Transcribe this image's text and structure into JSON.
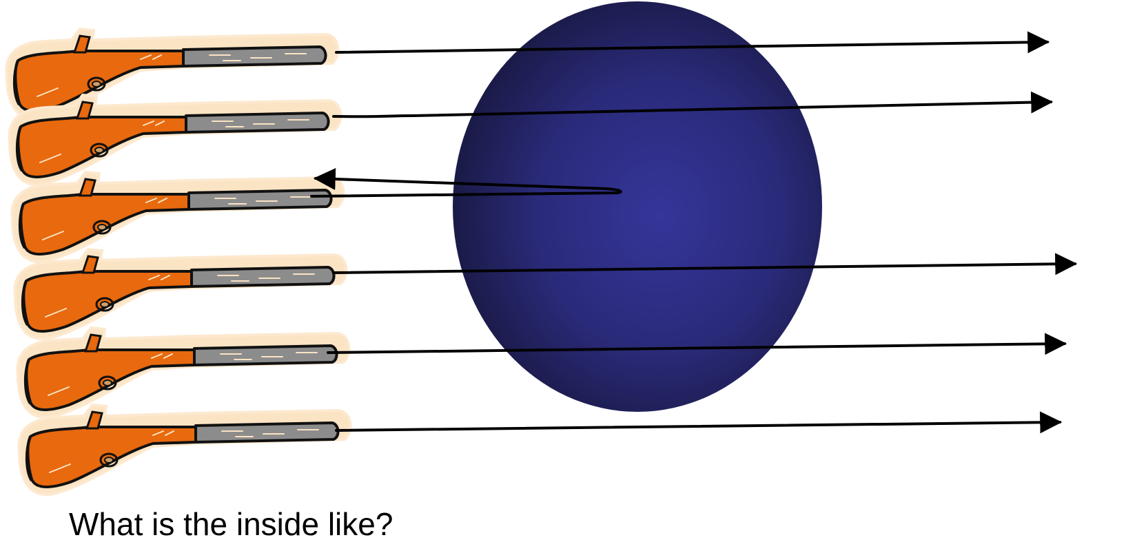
{
  "caption": "What is the inside like?",
  "colors": {
    "sphere_center": "#35359a",
    "sphere_edge": "#1b1b4a",
    "gun_stock": "#e8690e",
    "gun_barrel": "#8c8c8c",
    "gun_halo": "#fbe4c4",
    "outline": "#000000"
  },
  "icons": {
    "gun": "rifle-icon",
    "target": "sphere"
  },
  "shots": [
    {
      "outcome": "passes-through"
    },
    {
      "outcome": "passes-through"
    },
    {
      "outcome": "bounces-back"
    },
    {
      "outcome": "passes-through"
    },
    {
      "outcome": "passes-through"
    },
    {
      "outcome": "passes-through"
    }
  ]
}
